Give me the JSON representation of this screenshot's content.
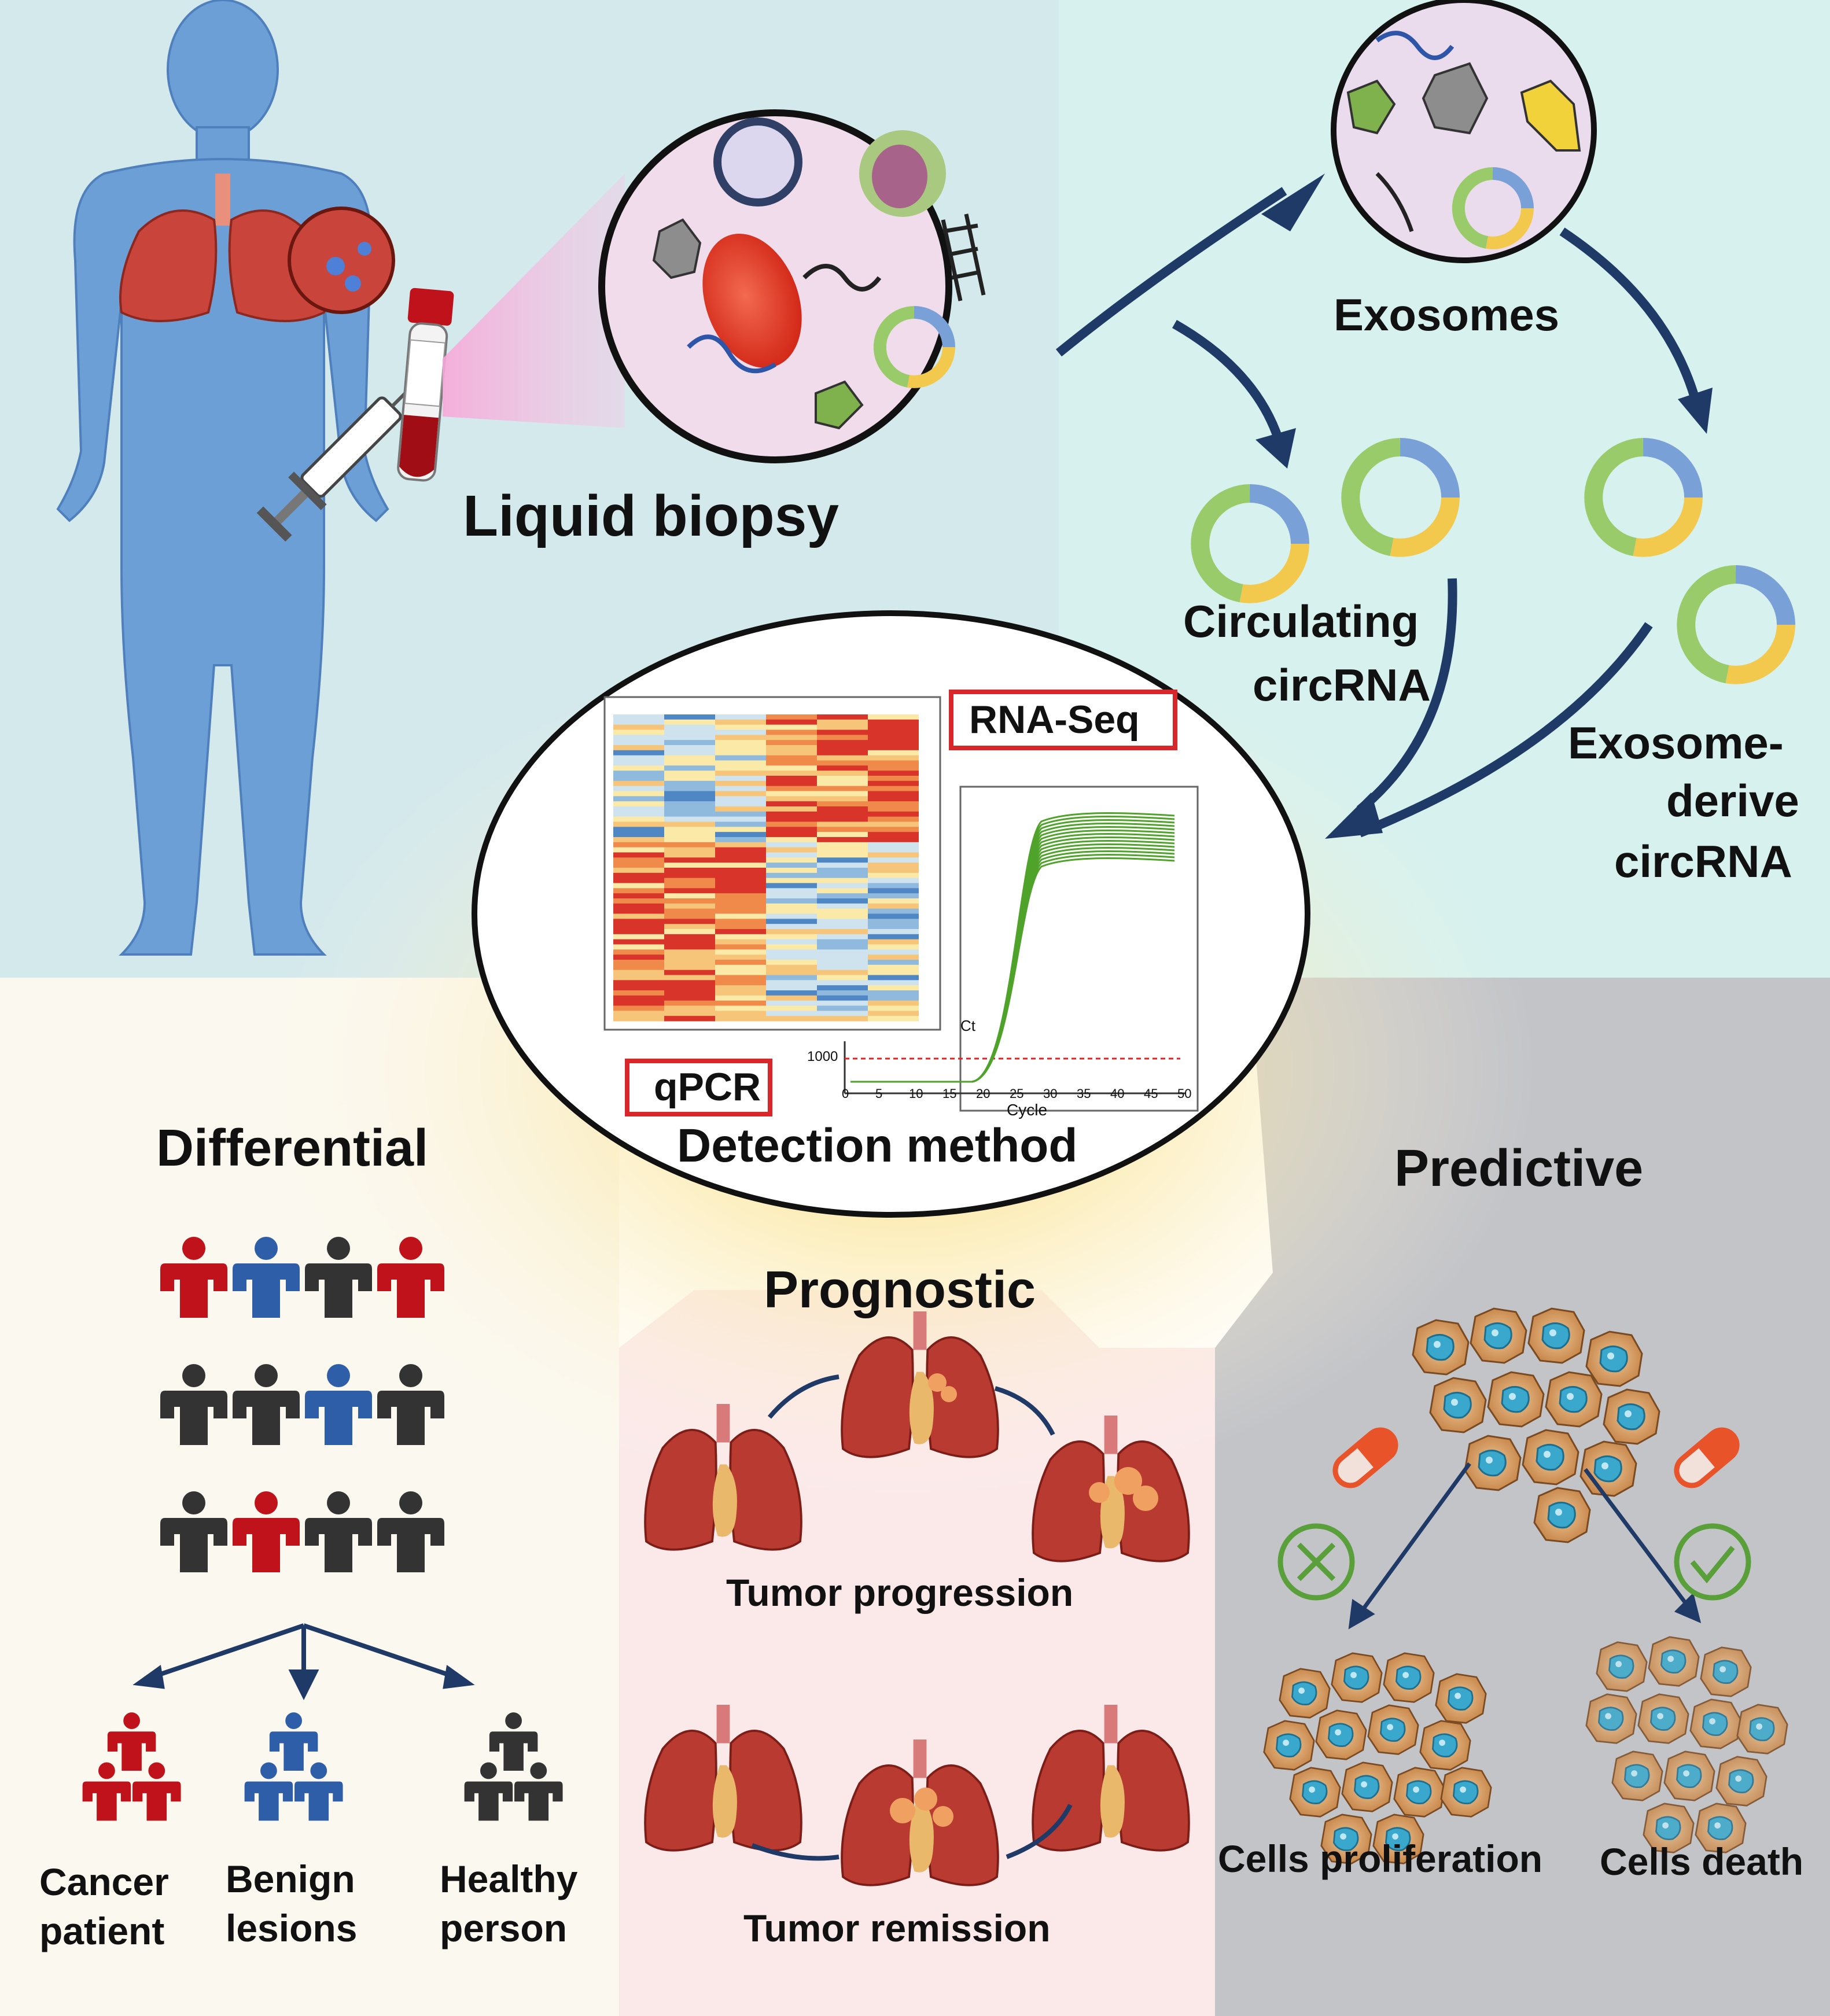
{
  "labels": {
    "liquid_biopsy": "Liquid biopsy",
    "exosomes": "Exosomes",
    "circulating_line1": "Circulating",
    "circulating_line2": "circRNA",
    "exo_derive_line1": "Exosome-",
    "exo_derive_line2": "derive",
    "exo_derive_line3": "circRNA",
    "rna_seq": "RNA-Seq",
    "qpcr": "qPCR",
    "detection_method": "Detection method",
    "ct": "Ct",
    "cycle": "Cycle",
    "y_tick": "1000",
    "differential": "Differential",
    "prognostic": "Prognostic",
    "predictive": "Predictive",
    "tumor_progression": "Tumor progression",
    "tumor_remission": "Tumor remission",
    "cancer_line1": "Cancer",
    "cancer_line2": "patient",
    "benign_line1": "Benign",
    "benign_line2": "lesions",
    "healthy_line1": "Healthy",
    "healthy_line2": "person",
    "cells_proliferation": "Cells proliferation",
    "cells_death": "Cells death"
  },
  "qpcr_x_ticks": [
    "0",
    "5",
    "10",
    "15",
    "20",
    "25",
    "30",
    "35",
    "40",
    "45",
    "50"
  ],
  "colors": {
    "top_left_bg": "#d4e9ec",
    "top_right_bg": "#d6f1ee",
    "bottom_left_bg": "#fbf8ef",
    "bottom_mid_bg": "#fbe9ea",
    "bottom_right_bg": "#c3c4c8",
    "arrow": "#1f3a66",
    "cancer": "#c0121a",
    "benign": "#2f5ea8",
    "healthy": "#333333",
    "lung": "#b83a30",
    "cell": "#dca771",
    "nucleus": "#3aa8cc",
    "circ_blue": "#7aa0d8",
    "circ_yellow": "#f2c94c",
    "circ_green": "#9acb6a"
  },
  "icons": [
    "human-body-icon",
    "lungs-icon",
    "blood-tube-icon",
    "syringe-icon",
    "dna-icon",
    "red-blood-cell-icon",
    "circrna-ring-icon",
    "pill-icon",
    "check-icon",
    "cross-icon",
    "person-icon",
    "cancer-cell-icon"
  ]
}
